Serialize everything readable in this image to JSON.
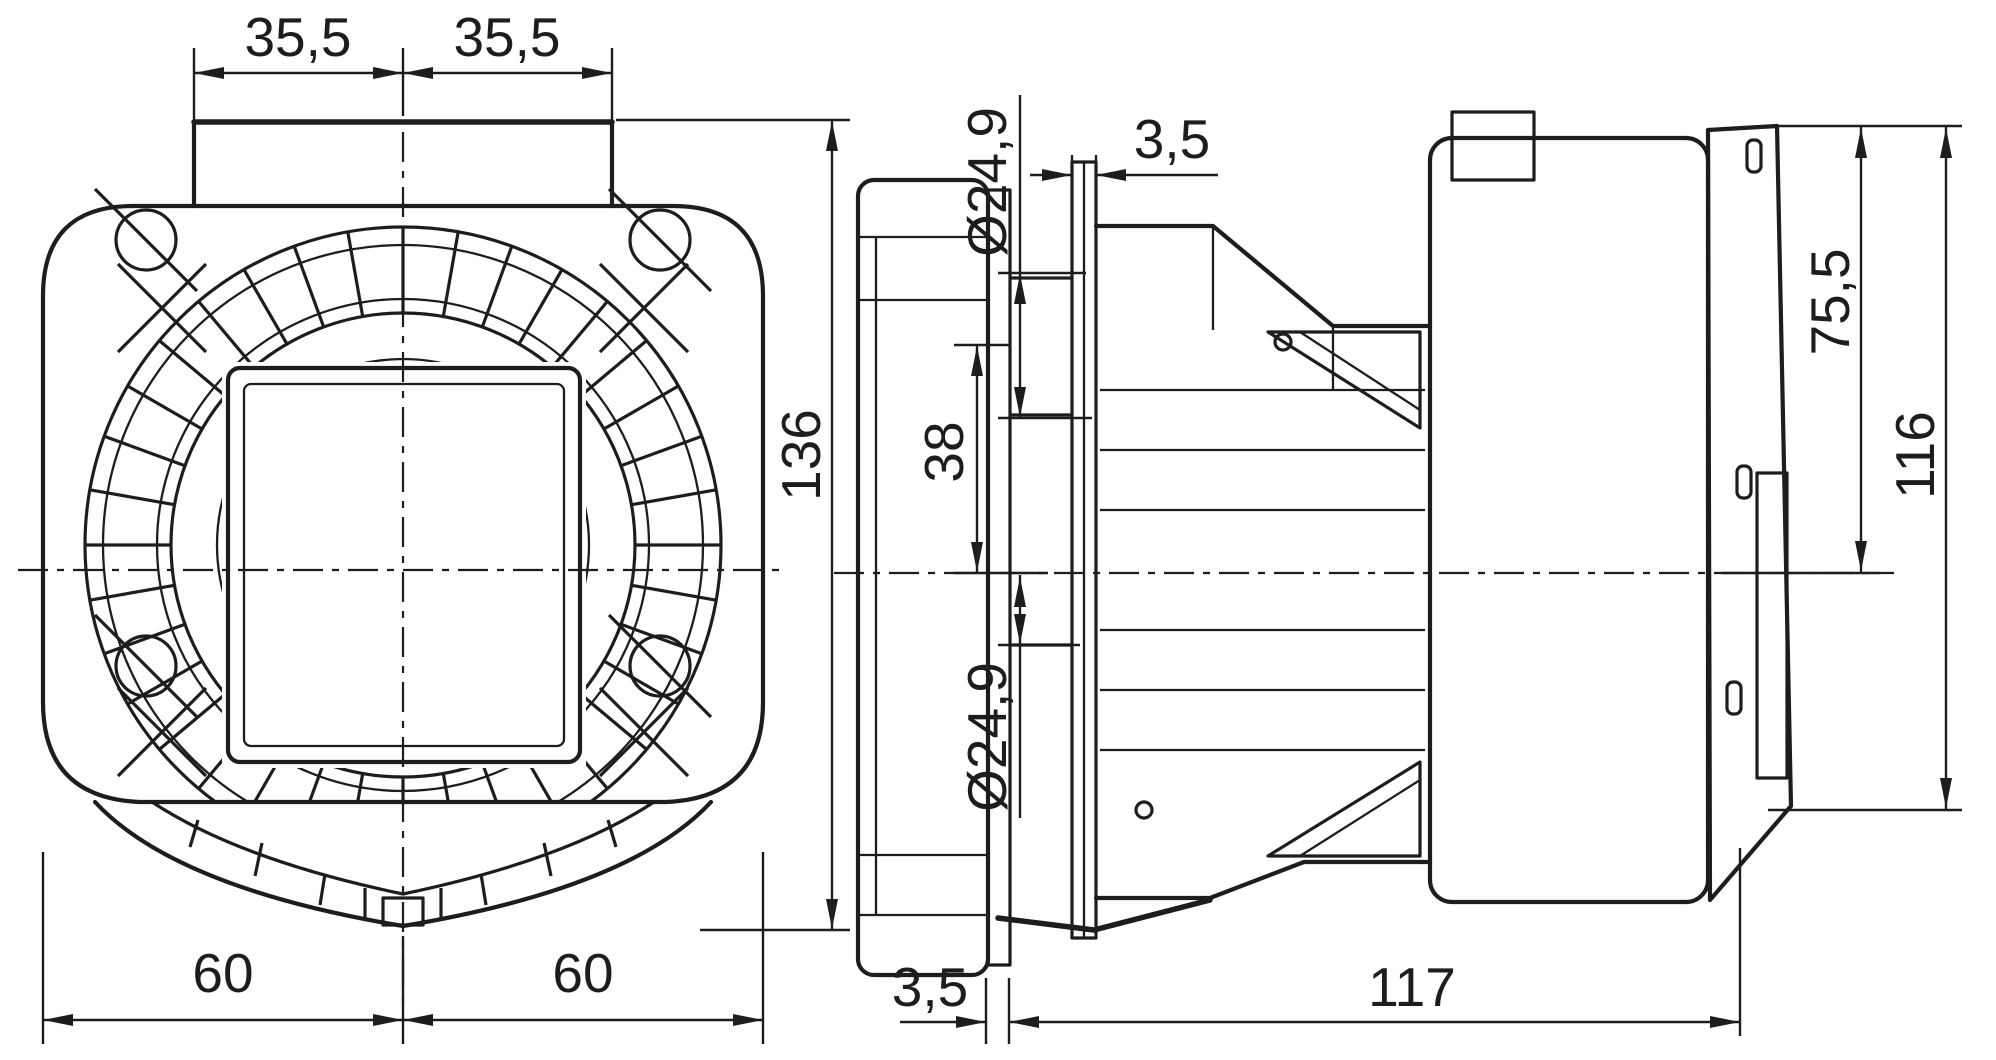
{
  "drawing": {
    "kind": "pump dimensional technical drawing, two orthographic views",
    "colors": {
      "line": "#1d1d1b",
      "background": "#ffffff"
    },
    "front_view": {
      "dims": {
        "port_left": "35,5",
        "port_right": "35,5",
        "height": "136",
        "base_left": "60",
        "base_right": "60"
      }
    },
    "side_view": {
      "dims": {
        "plate_top": "3,5",
        "pipe_dia_top": "Ø24,9",
        "port_offset": "38",
        "pipe_dia_bottom": "Ø24,9",
        "axis_height": "75,5",
        "total_height": "116",
        "plate_bottom": "3,5",
        "length": "117"
      }
    }
  }
}
